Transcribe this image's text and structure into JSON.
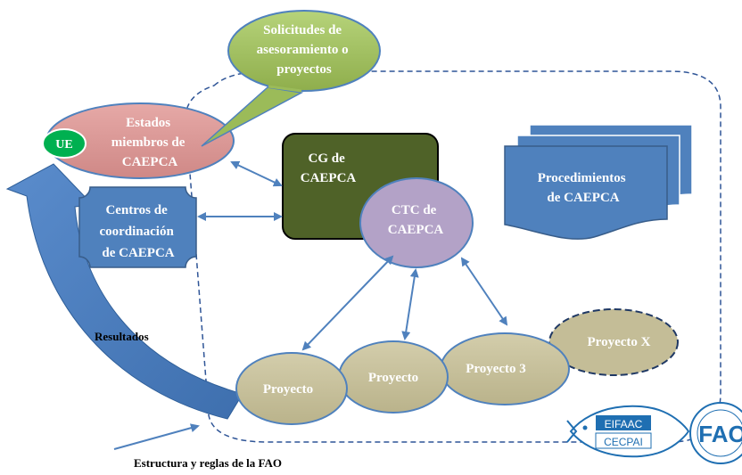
{
  "nodes": {
    "requests": [
      "Solicitudes de",
      "asesoramiento o",
      "proyectos"
    ],
    "member_states": [
      "Estados",
      "miembros de",
      "CAEPCA"
    ],
    "eu_badge": "UE",
    "coordination_centres": [
      "Centros de",
      "coordinación",
      "de CAEPCA"
    ],
    "cg": [
      "CG de",
      "CAEPCA"
    ],
    "ctc": [
      "CTC de",
      "CAEPCA"
    ],
    "procedures": [
      "Procedimientos",
      "de CAEPCA"
    ],
    "project_1": "Proyecto",
    "project_2": "Proyecto",
    "project_3": "Proyecto 3",
    "project_x": "Proyecto X"
  },
  "labels": {
    "results": "Resultados",
    "fao_structure": "Estructura y reglas de la FAO"
  },
  "logos": {
    "eifaac_top": "EIFAAC",
    "eifaac_bottom": "CECPAI",
    "fao_letters": "FAO"
  },
  "colors": {
    "requests_fill": "#9bbb59",
    "member_states_fill": "#d99694",
    "eu_fill": "#00b050",
    "blue_fill": "#4f81bd",
    "cg_fill": "#4f6228",
    "ctc_fill": "#b3a2c7",
    "project_fill": "#c4bd97",
    "arrow_blue": "#4f81bd"
  }
}
